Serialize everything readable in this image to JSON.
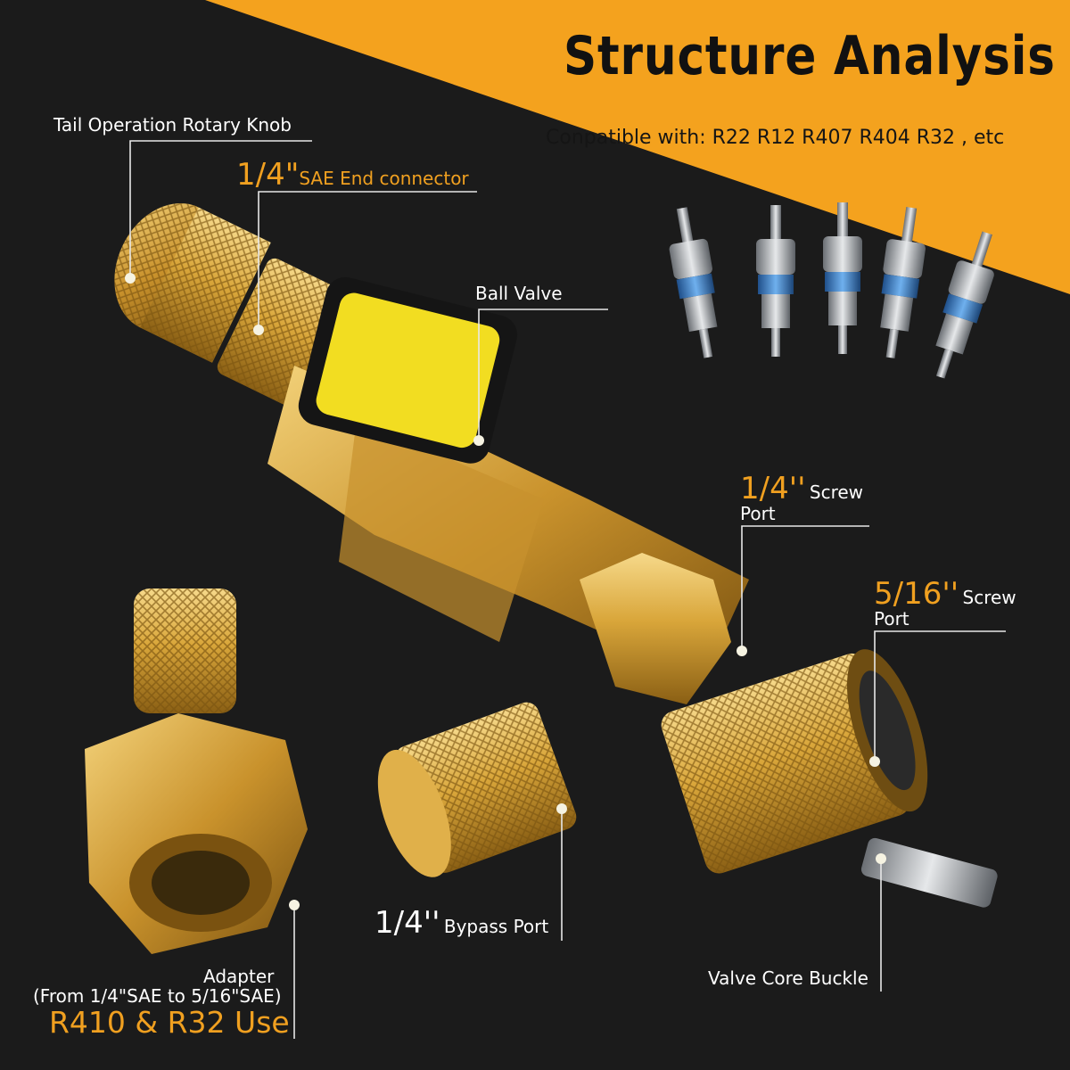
{
  "colors": {
    "background": "#1b1b1b",
    "banner": "#f4a21e",
    "accent": "#f0a020",
    "brass": "#d8a83a",
    "handle": "#f2dd21"
  },
  "title": "Structure Analysis",
  "compatibility": "Conpatible with: R22 R12 R407 R404 R32 , etc",
  "labels": {
    "tail_knob": "Tail Operation Rotary Knob",
    "sae_end_size": "1/4\"",
    "sae_end_text": "SAE End connector",
    "ball_valve": "Ball Valve",
    "screw_port_quarter_size": "1/4''",
    "screw_port_quarter_word": "Screw",
    "screw_port_quarter_port": "Port",
    "screw_port_516_size": "5/16''",
    "screw_port_516_word": "Screw",
    "screw_port_516_port": "Port",
    "bypass_size": "1/4''",
    "bypass_text": "Bypass Port",
    "valve_core_buckle": "Valve Core Buckle",
    "adapter_title": "Adapter",
    "adapter_sub": "(From 1/4\"SAE to 5/16\"SAE)",
    "adapter_use": "R410 & R32 Use"
  }
}
